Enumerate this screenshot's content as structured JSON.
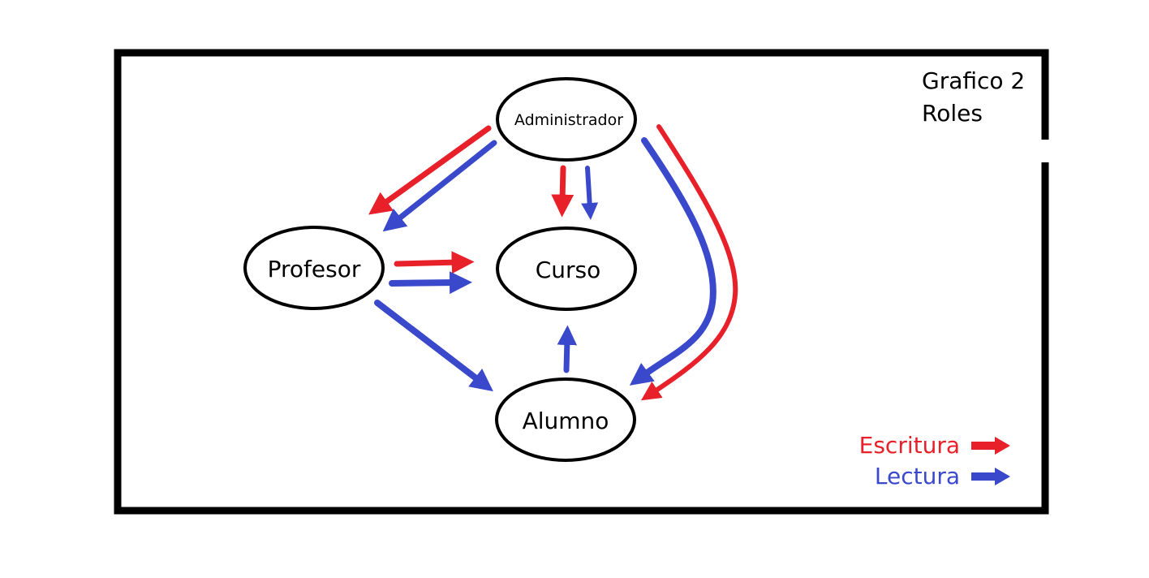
{
  "title": {
    "line1": "Grafico 2",
    "line2": "Roles"
  },
  "nodes": {
    "administrador": "Administrador",
    "profesor": "Profesor",
    "curso": "Curso",
    "alumno": "Alumno"
  },
  "legend": {
    "write_label": "Escritura",
    "read_label": "Lectura"
  },
  "colors": {
    "write": "#e8202a",
    "read": "#3a48cc",
    "border": "#000000"
  }
}
